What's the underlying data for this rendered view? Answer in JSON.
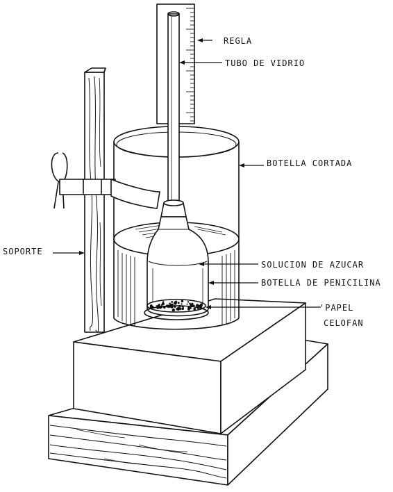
{
  "labels": {
    "regla": "REGLA",
    "tubo": "TUBO DE VIDRIO",
    "botella_cortada": "BOTELLA CORTADA",
    "soporte": "SOPORTE",
    "solucion": "SOLUCION DE AZUCAR",
    "penicilina": "BOTELLA DE PENICILINA",
    "papel": "'PAPEL",
    "celofan": "CELOFAN"
  },
  "colors": {
    "ink": "#111111",
    "paper": "#ffffff"
  }
}
